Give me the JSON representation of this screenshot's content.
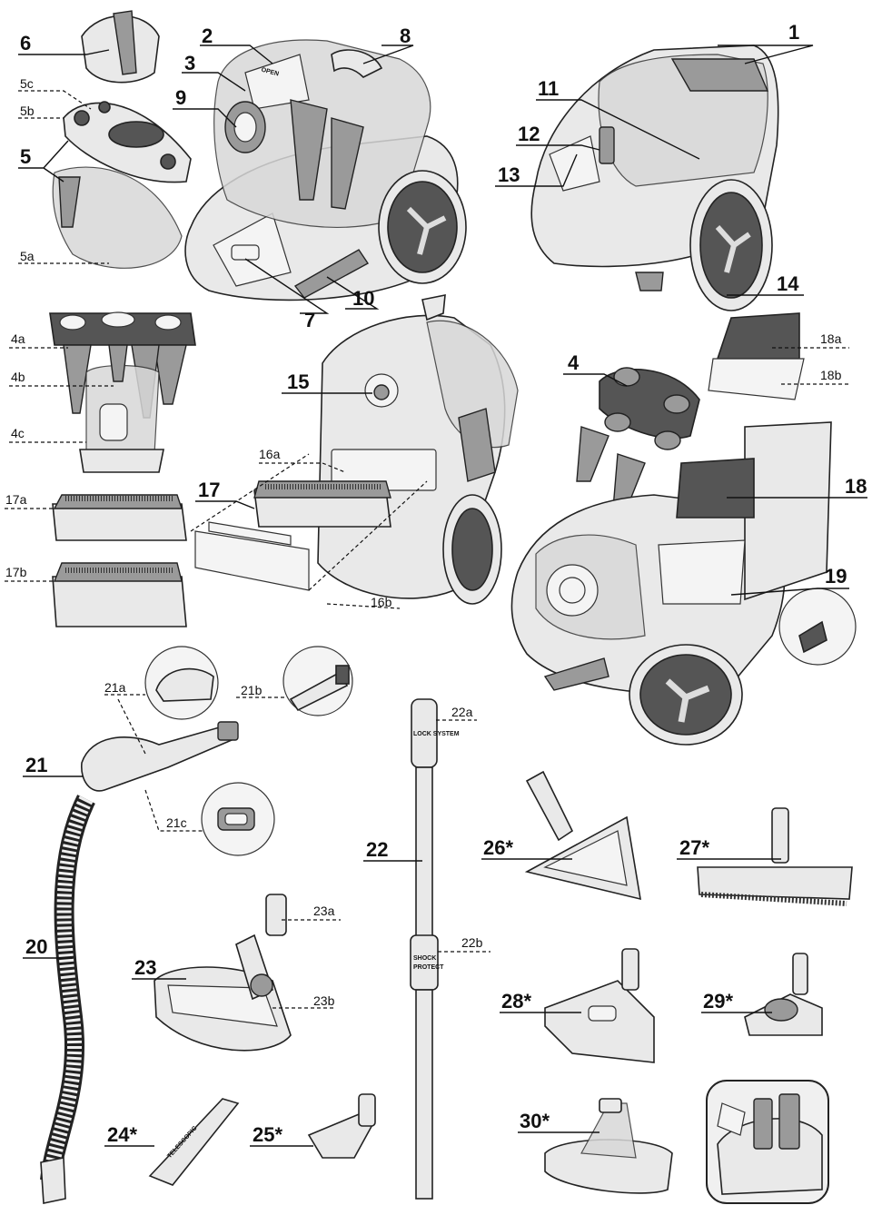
{
  "labels": {
    "l1": "1",
    "l2": "2",
    "l3": "3",
    "l4": "4",
    "l4a": "4a",
    "l4b": "4b",
    "l4c": "4c",
    "l5": "5",
    "l5a": "5a",
    "l5b": "5b",
    "l5c": "5c",
    "l6": "6",
    "l7": "7",
    "l8": "8",
    "l9": "9",
    "l10": "10",
    "l11": "11",
    "l12": "12",
    "l13": "13",
    "l14": "14",
    "l15": "15",
    "l16a": "16a",
    "l16b": "16b",
    "l17": "17",
    "l17a": "17a",
    "l17b": "17b",
    "l18": "18",
    "l18a": "18a",
    "l18b": "18b",
    "l19": "19",
    "l20": "20",
    "l21": "21",
    "l21a": "21a",
    "l21b": "21b",
    "l21c": "21c",
    "l22": "22",
    "l22a": "22a",
    "l22b": "22b",
    "l23": "23",
    "l23a": "23a",
    "l23b": "23b",
    "l24": "24*",
    "l25": "25*",
    "l26": "26*",
    "l27": "27*",
    "l28": "28*",
    "l29": "29*",
    "l30": "30*"
  },
  "printed": {
    "open": "OPEN",
    "lock_system": "LOCK SYSTEM",
    "shock_line1": "SHOCK",
    "shock_line2": "PROTECT",
    "telescopic": "TELESCOPIC"
  },
  "colors": {
    "line": "#111111",
    "wheel": "#555555",
    "body": "#e9e9e9"
  }
}
